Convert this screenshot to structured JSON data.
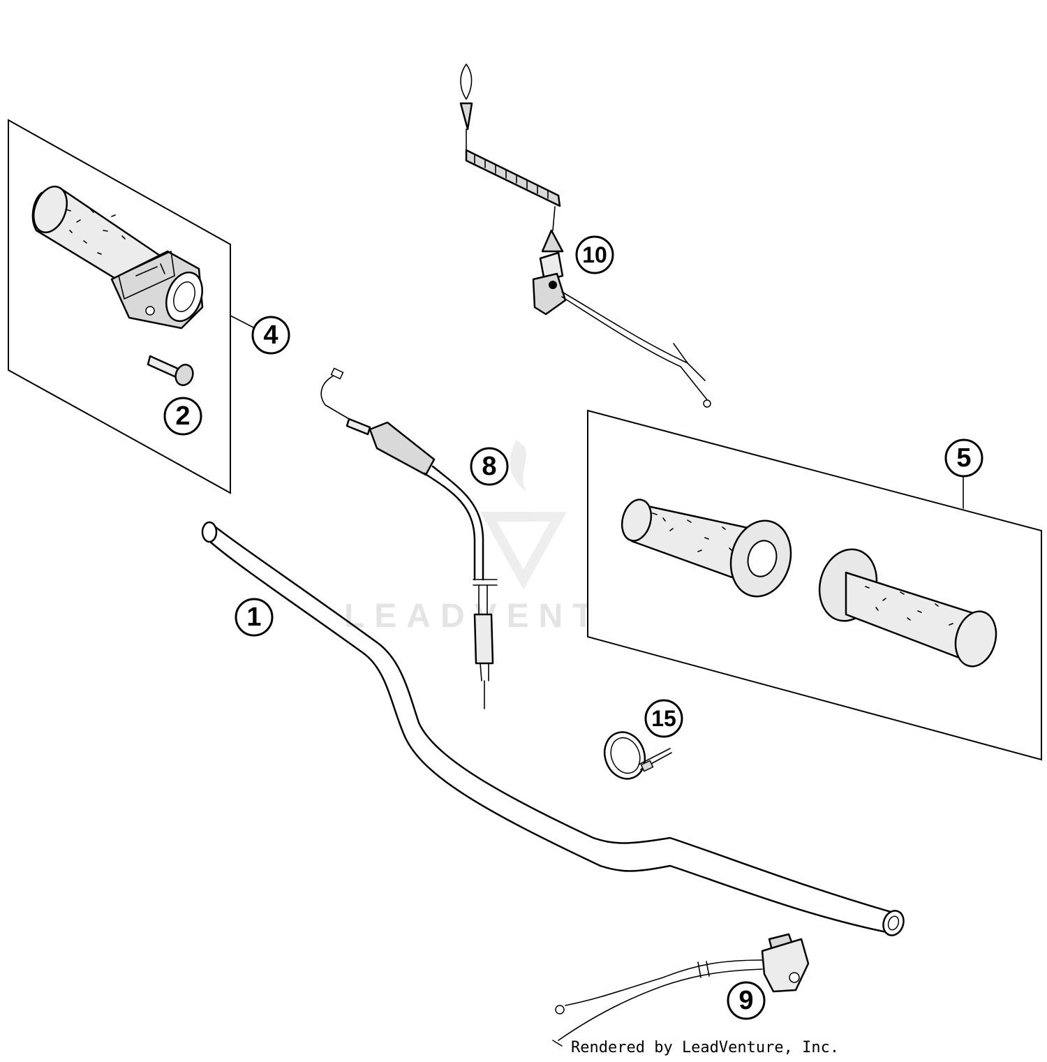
{
  "callouts": [
    {
      "id": "c1",
      "label": "1"
    },
    {
      "id": "c2",
      "label": "2"
    },
    {
      "id": "c4",
      "label": "4"
    },
    {
      "id": "c5",
      "label": "5"
    },
    {
      "id": "c8",
      "label": "8"
    },
    {
      "id": "c9",
      "label": "9"
    },
    {
      "id": "c10",
      "label": "10"
    },
    {
      "id": "c15",
      "label": "15"
    }
  ],
  "watermark": {
    "text": "LEADVENTURE"
  },
  "credit": {
    "text": "Rendered by LeadVenture, Inc."
  }
}
